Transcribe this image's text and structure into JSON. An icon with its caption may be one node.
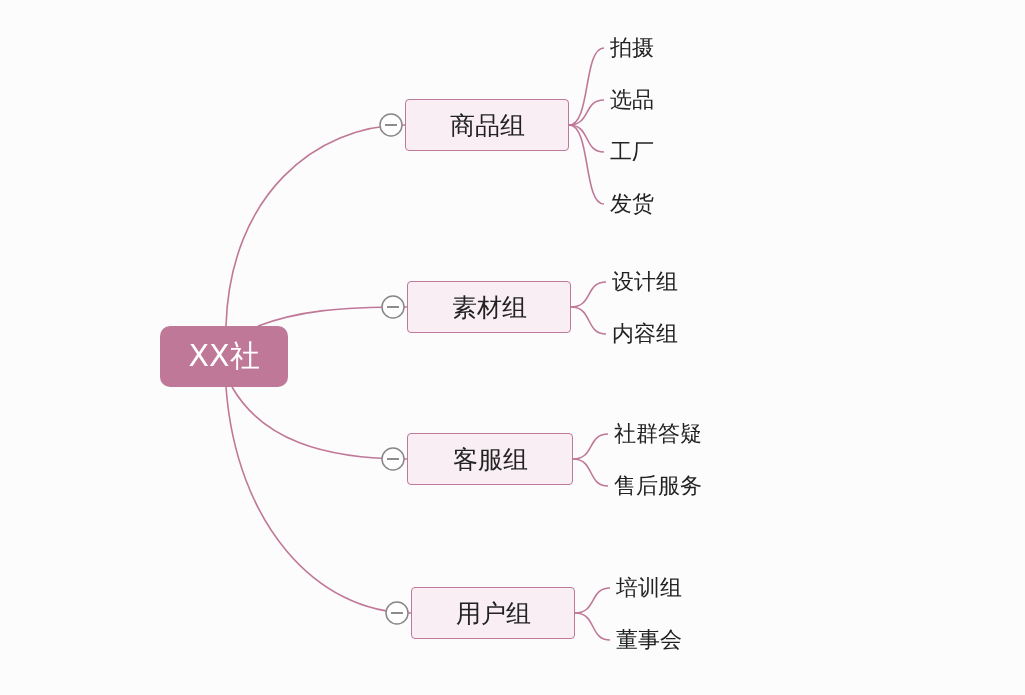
{
  "diagram": {
    "nodes": [
      {
        "text": [
          "XX社"
        ]
      },
      {
        "text": [
          "商品组"
        ]
      },
      {
        "text": [
          "拍摄"
        ]
      },
      {
        "text": [
          "选品"
        ]
      },
      {
        "text": [
          "工厂"
        ]
      },
      {
        "text": [
          "发货"
        ]
      },
      {
        "text": [
          "素材组"
        ]
      },
      {
        "text": [
          "设计组"
        ]
      },
      {
        "text": [
          "内容组"
        ]
      },
      {
        "text": [
          "客服组"
        ]
      },
      {
        "text": [
          "社群答疑"
        ]
      },
      {
        "text": [
          "售后服务"
        ]
      },
      {
        "text": [
          "用户组"
        ]
      },
      {
        "text": [
          "培训组"
        ]
      },
      {
        "text": [
          "董事会"
        ]
      }
    ],
    "edges": [
      {
        "from": 0,
        "to": 1,
        "arrow": "none"
      },
      {
        "from": 0,
        "to": 6,
        "arrow": "none"
      },
      {
        "from": 0,
        "to": 9,
        "arrow": "none"
      },
      {
        "from": 0,
        "to": 12,
        "arrow": "none"
      },
      {
        "from": 1,
        "to": 2,
        "arrow": "none"
      },
      {
        "from": 1,
        "to": 3,
        "arrow": "none"
      },
      {
        "from": 1,
        "to": 4,
        "arrow": "none"
      },
      {
        "from": 1,
        "to": 5,
        "arrow": "none"
      },
      {
        "from": 6,
        "to": 7,
        "arrow": "none"
      },
      {
        "from": 6,
        "to": 8,
        "arrow": "none"
      },
      {
        "from": 9,
        "to": 10,
        "arrow": "none"
      },
      {
        "from": 9,
        "to": 11,
        "arrow": "none"
      },
      {
        "from": 12,
        "to": 13,
        "arrow": "none"
      },
      {
        "from": 12,
        "to": 14,
        "arrow": "none"
      }
    ]
  }
}
